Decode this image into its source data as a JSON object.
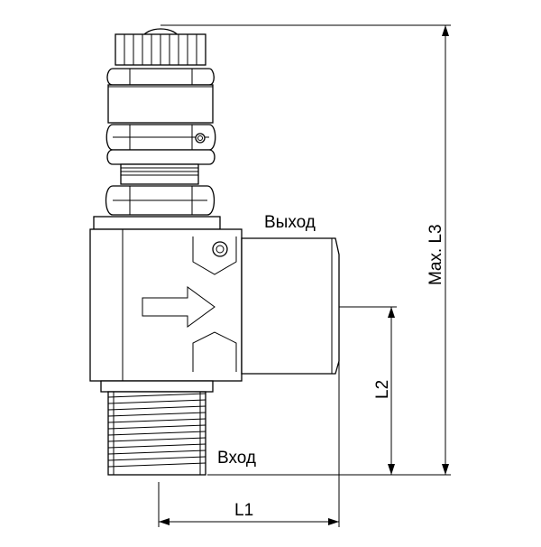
{
  "labels": {
    "outlet": "Выход",
    "inlet": "Вход"
  },
  "dimensions": {
    "l1": "L1",
    "l2": "L2",
    "l3": "Max. L3"
  }
}
